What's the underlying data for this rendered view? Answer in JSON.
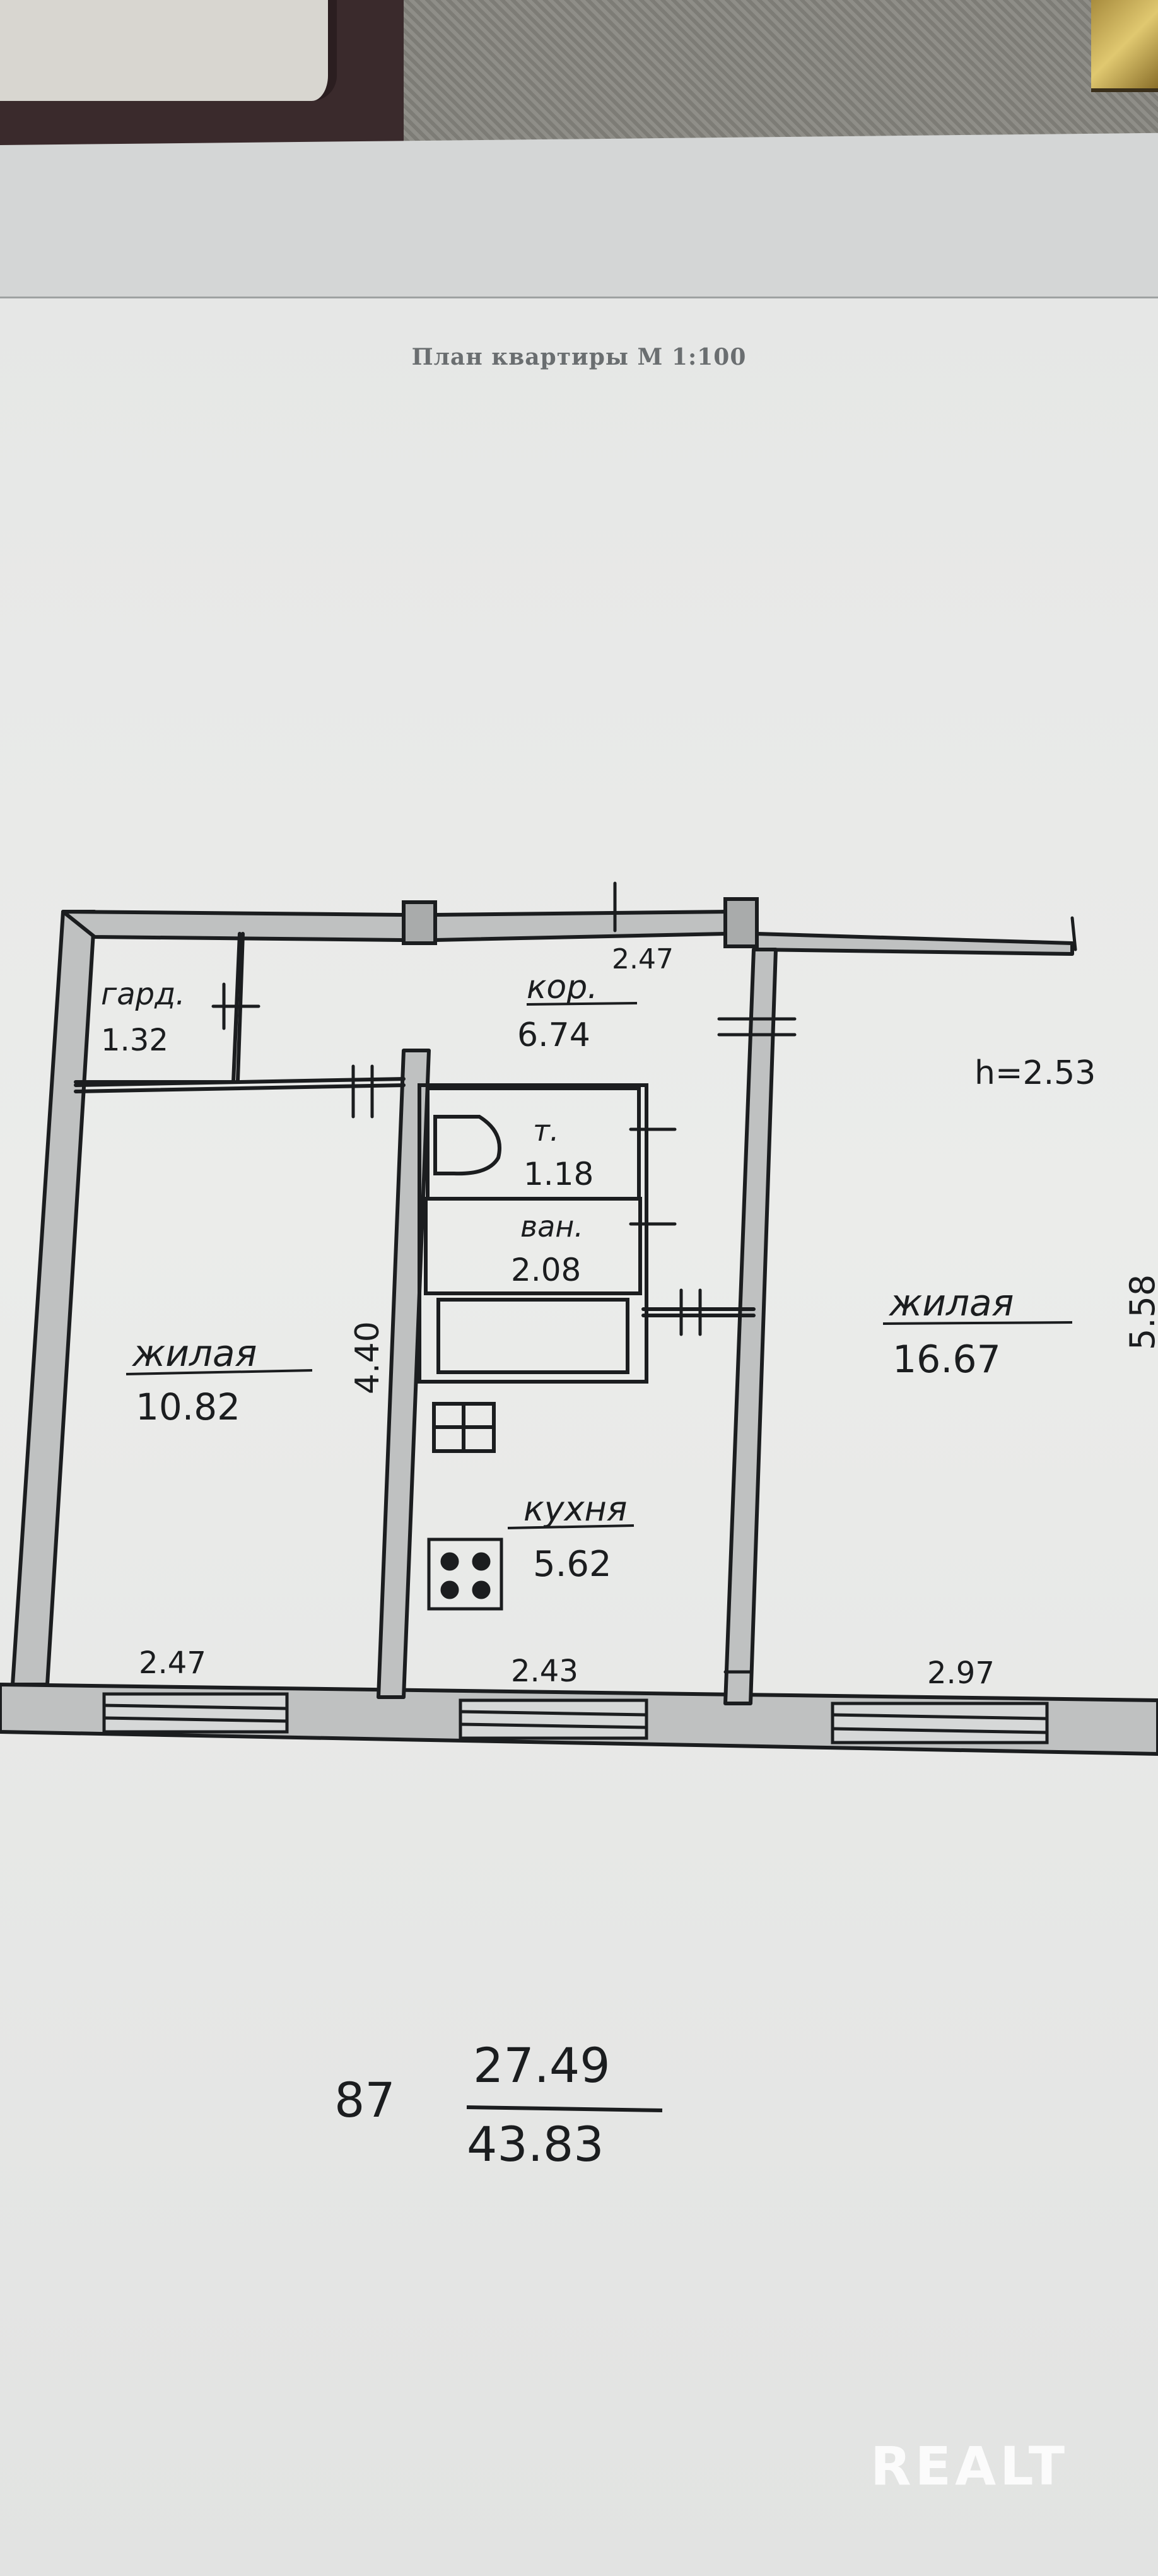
{
  "title": "План квартиры М 1:100",
  "rooms": [
    {
      "id": "gard",
      "name": "гард.",
      "area": "1.32"
    },
    {
      "id": "kor",
      "name": "кор.",
      "area": "6.74"
    },
    {
      "id": "tualet",
      "name": "т.",
      "area": "1.18"
    },
    {
      "id": "van",
      "name": "ван.",
      "area": "2.08"
    },
    {
      "id": "zhilaya1",
      "name": "жилая",
      "area": "10.82"
    },
    {
      "id": "kuhnya",
      "name": "кухня",
      "area": "5.62"
    },
    {
      "id": "zhilaya2",
      "name": "жилая",
      "area": "16.67"
    }
  ],
  "dimensions": {
    "corridor_width": "2.47",
    "room1_depth": "4.40",
    "room1_width": "2.47",
    "kitchen_width": "2.43",
    "room2_width": "2.97",
    "room2_depth": "5.58",
    "ceiling_height": "h=2.53"
  },
  "summary": {
    "apartment_no": "87",
    "living_area": "27.49",
    "total_area": "43.83"
  },
  "watermark": "REALT"
}
